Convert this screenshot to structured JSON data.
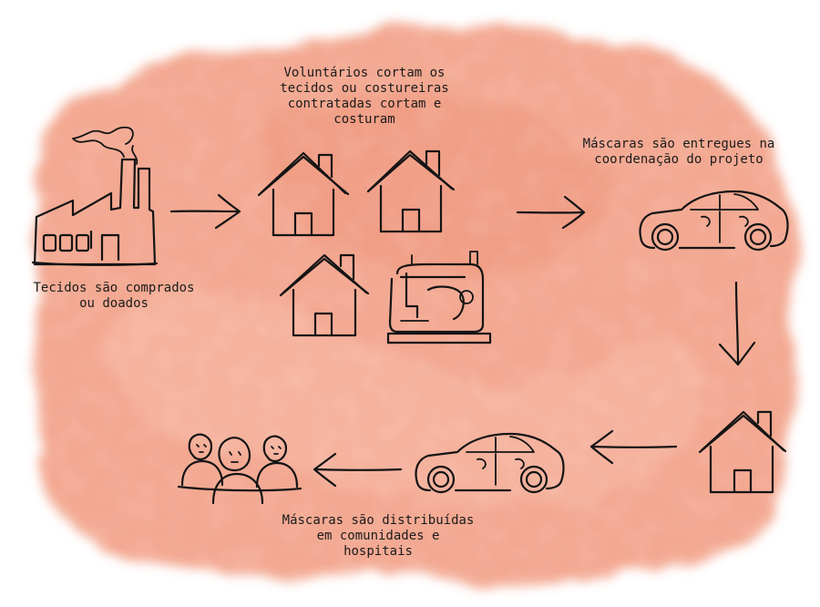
{
  "diagram": {
    "colors": {
      "background": "#ffffff",
      "watercolor": "#f3a48c",
      "ink": "#141414"
    },
    "steps": [
      {
        "id": "step1",
        "lines": [
          "Tecidos são comprados",
          "ou doados"
        ]
      },
      {
        "id": "step2",
        "lines": [
          "Voluntários cortam os",
          "tecidos ou costureiras",
          "contratadas cortam e",
          "costuram"
        ]
      },
      {
        "id": "step3",
        "lines": [
          "Máscaras são entregues na",
          "coordenação do projeto"
        ]
      },
      {
        "id": "step4",
        "lines": [
          "Máscaras são distribuídas",
          "em comunidades e",
          "hospitais"
        ]
      }
    ],
    "icons": [
      "factory-icon",
      "house-icon",
      "sewing-machine-icon",
      "car-icon",
      "people-icon",
      "arrow-right-icon",
      "arrow-down-icon",
      "arrow-left-icon"
    ]
  }
}
